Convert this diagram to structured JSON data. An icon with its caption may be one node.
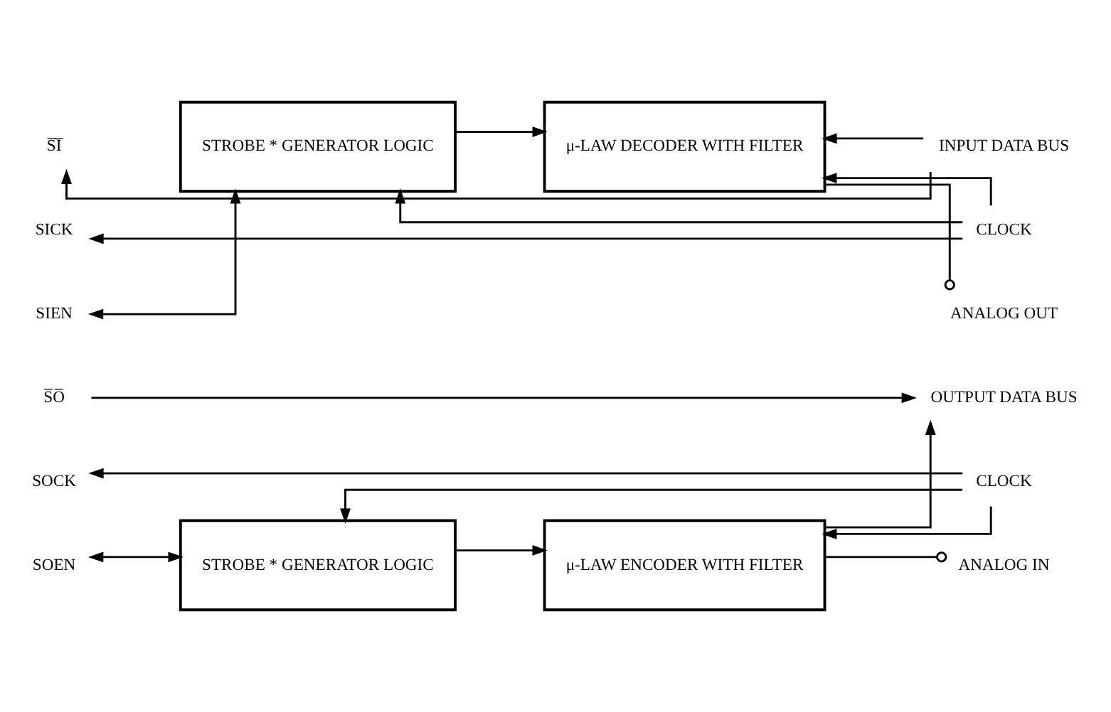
{
  "diagram": {
    "nodes": [
      {
        "text": [
          "S̅I̅"
        ]
      },
      {
        "text": [
          "SICK"
        ]
      },
      {
        "text": [
          "SIEN"
        ]
      },
      {
        "text": [
          "S̅O̅"
        ]
      },
      {
        "text": [
          "SOCK"
        ]
      },
      {
        "text": [
          "SOEN"
        ]
      },
      {
        "text": [
          "STROBE * GENERATOR LOGIC"
        ]
      },
      {
        "text": [
          "μ-LAW DECODER WITH FILTER"
        ]
      },
      {
        "text": [
          "INPUT DATA BUS"
        ]
      },
      {
        "text": [
          "CLOCK"
        ]
      },
      {
        "text": [
          "ANALOG OUT"
        ]
      },
      {
        "text": [
          "OUTPUT DATA BUS"
        ]
      },
      {
        "text": [
          "CLOCK"
        ]
      },
      {
        "text": [
          "STROBE * GENERATOR LOGIC"
        ]
      },
      {
        "text": [
          "μ-LAW ENCODER WITH FILTER"
        ]
      },
      {
        "text": [
          "ANALOG IN"
        ]
      }
    ],
    "edges": [
      {
        "from": 8,
        "to": 0,
        "arrow": "to"
      },
      {
        "from": 8,
        "to": 7,
        "arrow": "to"
      },
      {
        "from": 9,
        "to": 1,
        "arrow": "to"
      },
      {
        "from": 9,
        "to": 6,
        "arrow": "to"
      },
      {
        "from": 9,
        "to": 7,
        "arrow": "to"
      },
      {
        "from": 2,
        "to": 6,
        "arrow": "both"
      },
      {
        "from": 6,
        "to": 7,
        "arrow": "to"
      },
      {
        "from": 7,
        "to": 10,
        "arrow": "other"
      },
      {
        "from": 3,
        "to": 11,
        "arrow": "to"
      },
      {
        "from": 14,
        "to": 11,
        "arrow": "to"
      },
      {
        "from": 12,
        "to": 4,
        "arrow": "to"
      },
      {
        "from": 12,
        "to": 13,
        "arrow": "to"
      },
      {
        "from": 12,
        "to": 14,
        "arrow": "to"
      },
      {
        "from": 5,
        "to": 13,
        "arrow": "both"
      },
      {
        "from": 13,
        "to": 14,
        "arrow": "to"
      },
      {
        "from": 14,
        "to": 15,
        "arrow": "other"
      }
    ]
  }
}
